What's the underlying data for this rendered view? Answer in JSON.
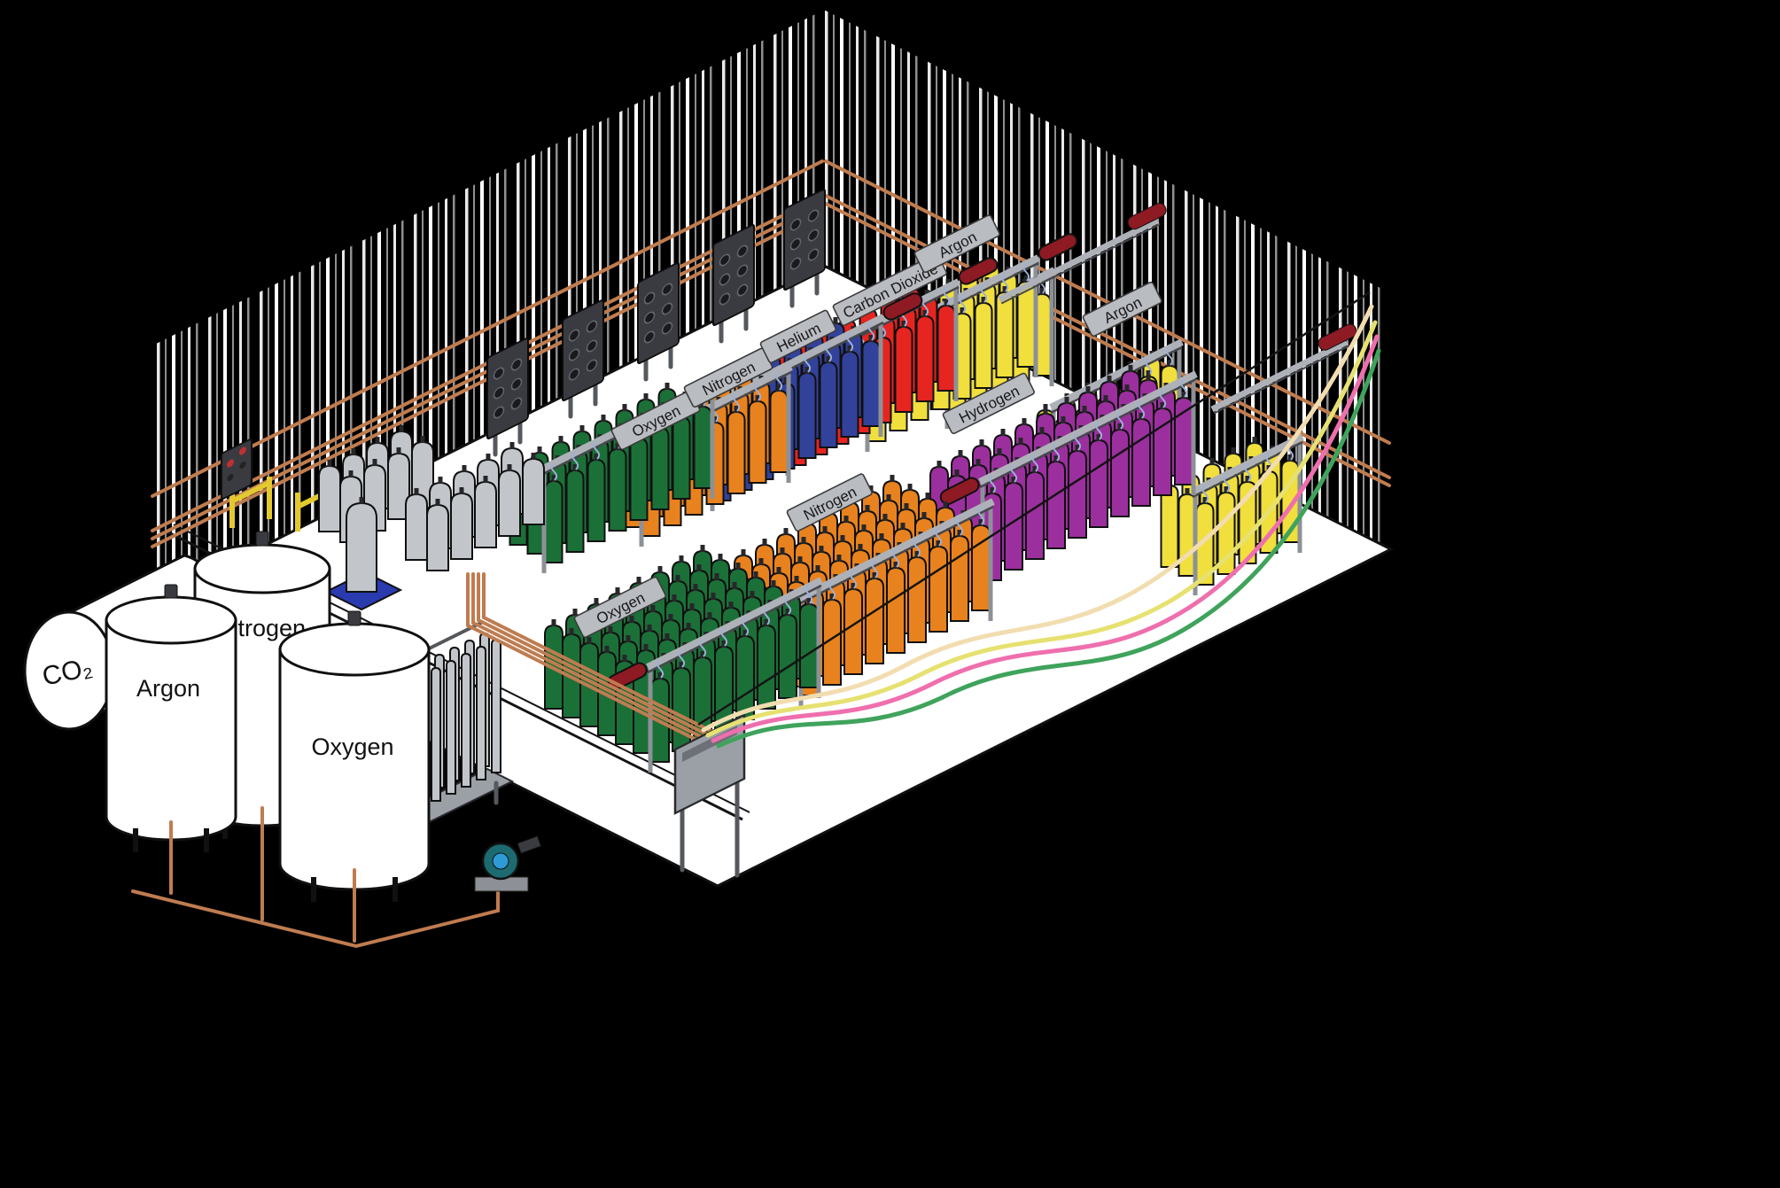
{
  "diagram": {
    "description": "Isometric cutaway illustration of a compressed-gas cylinder filling plant with bulk storage tanks, manifold panels and color-coded cylinder banks",
    "bulk_tanks": [
      {
        "id": "co2",
        "label": "CO₂"
      },
      {
        "id": "argon",
        "label": "Argon"
      },
      {
        "id": "nitrogen",
        "label": "Nitrogen"
      },
      {
        "id": "oxygen",
        "label": "Oxygen"
      }
    ],
    "rail_banners": [
      {
        "id": "oxygen-upper",
        "label": "Oxygen"
      },
      {
        "id": "nitrogen-upper",
        "label": "Nitrogen"
      },
      {
        "id": "helium",
        "label": "Helium"
      },
      {
        "id": "carbon-dioxide",
        "label": "Carbon Dioxide"
      },
      {
        "id": "argon-top",
        "label": "Argon"
      },
      {
        "id": "argon-right",
        "label": "Argon"
      },
      {
        "id": "hydrogen",
        "label": "Hydrogen"
      },
      {
        "id": "nitrogen-mid",
        "label": "Nitrogen"
      },
      {
        "id": "oxygen-lower",
        "label": "Oxygen"
      }
    ],
    "cylinder_colors": {
      "oxygen": "#1b7038",
      "nitrogen_orange": "#e8821e",
      "nitrogen_blue": "#32429b",
      "helium": "#e62420",
      "carbon_dioxide": "#f0df3c",
      "argon": "#f0df3c",
      "hydrogen": "#9c2f9e",
      "bulk_grey": "#c2c6cb"
    },
    "structure_colors": {
      "floor_white": "#ffffff",
      "wall_stripe_light": "#e8e8e8",
      "wall_stripe_dim": "#8f8f8f",
      "wall_stripe_bright": "#ffffff",
      "rail_grey": "#aeb2b8",
      "rail_shadow": "#46484d",
      "banner_grey": "#b9bcc1",
      "panel_dark": "#3a3b40",
      "manifold_red": "#8e1a24",
      "pallet_blue": "#2a3bb0",
      "pump_teal": "#1b6b70",
      "pump_blue": "#2e9bd6",
      "equipment_grey": "#9aa0a6"
    },
    "pipe_colors": {
      "copper": "#bf7c50",
      "hose_cream": "#f2ddb0",
      "hose_yellow": "#e6e170",
      "hose_pink": "#ef6fae",
      "hose_green": "#3fa35c",
      "pigtail_blue": "#9db0d6",
      "valve_yellow": "#e3c92f"
    }
  }
}
